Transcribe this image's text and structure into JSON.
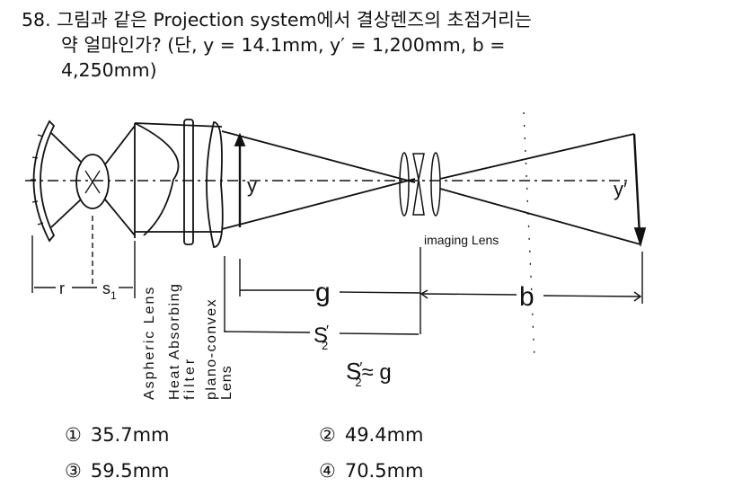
{
  "question": {
    "number": "58.",
    "line1": "그림과 같은 Projection system에서 결상렌즈의 초점거리는",
    "line2": "약 얼마인가? (단, y = 14.1mm, y′ = 1,200mm, b =",
    "line3": "4,250mm)"
  },
  "diagram": {
    "labels": {
      "y": "y",
      "y_prime": "y′",
      "imaging_lens": "imaging Lens",
      "r": "r",
      "s1": "s",
      "s1_sub": "1",
      "g": "g",
      "b": "b",
      "s2": "S",
      "s2_sub": "2",
      "s2_approx": "≈ g",
      "aspheric_lens": "Aspheric Lens",
      "heat_absorbing": "Heat Absorbing",
      "filter": "filter",
      "plano_convex": "plano-convex",
      "lens": "Lens"
    }
  },
  "options": [
    {
      "mark": "①",
      "text": "35.7mm"
    },
    {
      "mark": "②",
      "text": "49.4mm"
    },
    {
      "mark": "③",
      "text": "59.5mm"
    },
    {
      "mark": "④",
      "text": "70.5mm"
    }
  ]
}
